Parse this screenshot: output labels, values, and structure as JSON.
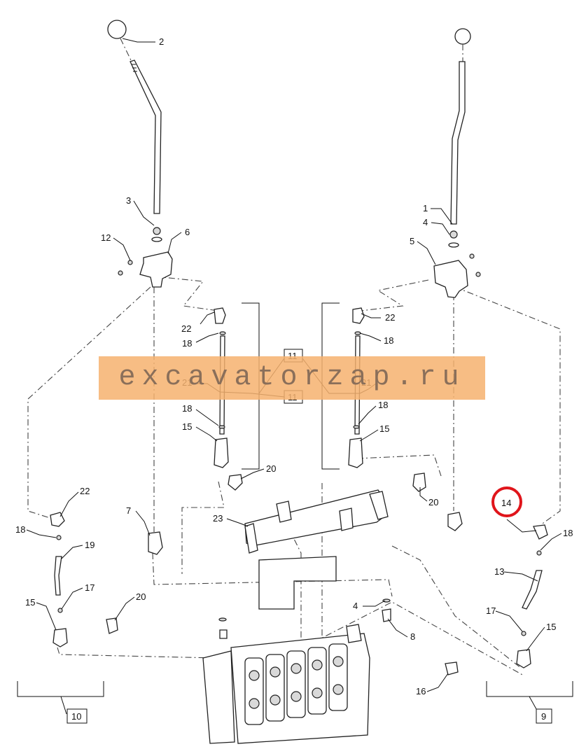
{
  "watermark": "excavatorzap.ru",
  "highlight_color": "#e0151b",
  "watermark_color": "#f6b26e",
  "callouts": {
    "c1": "1",
    "c2": "2",
    "c3": "3",
    "c4a": "4",
    "c4b": "4",
    "c5": "5",
    "c6": "6",
    "c7": "7",
    "c8": "8",
    "c12": "12",
    "c13": "13",
    "c14": "14",
    "c15a": "15",
    "c15b": "15",
    "c15c": "15",
    "c15d": "15",
    "c16": "16",
    "c17a": "17",
    "c17b": "17",
    "c18a": "18",
    "c18b": "18",
    "c18c": "18",
    "c18d": "18",
    "c18e": "18",
    "c18f": "18",
    "c19": "19",
    "c20a": "20",
    "c20b": "20",
    "c20c": "20",
    "c21a": "21",
    "c21b": "21",
    "c22a": "22",
    "c22b": "22",
    "c22c": "22",
    "c23": "23"
  },
  "boxed": {
    "b11a": "11",
    "b11b": "11",
    "b10": "10",
    "b9": "9"
  }
}
